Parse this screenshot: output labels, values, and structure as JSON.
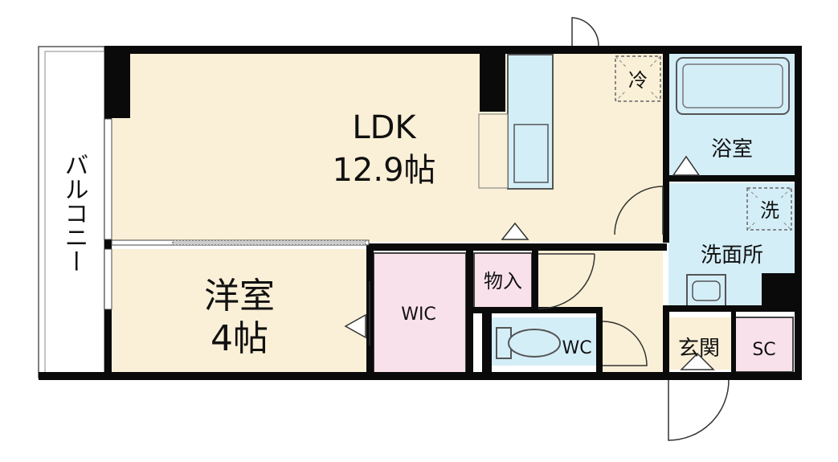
{
  "rooms": {
    "ldk": {
      "name": "LDK",
      "size": "12.9帖"
    },
    "western": {
      "name": "洋室",
      "size": "4帖"
    },
    "wic": {
      "name": "WIC"
    },
    "storage": {
      "name": "物入"
    },
    "wc": {
      "name": "WC"
    },
    "bath": {
      "name": "浴室"
    },
    "washroom": {
      "name": "洗面所"
    },
    "entrance": {
      "name": "玄関"
    },
    "shoe_closet": {
      "name": "SC"
    },
    "balcony": {
      "name": "バルコニー"
    }
  },
  "appliance_spaces": {
    "fridge": "冷",
    "washer": "洗"
  },
  "colors": {
    "wall": "#0a0a0a",
    "floor_wood": "#faf0d7",
    "wet_area": "#d4eef8",
    "closet": "#f9e1ec",
    "balcony": "#ffffff"
  }
}
